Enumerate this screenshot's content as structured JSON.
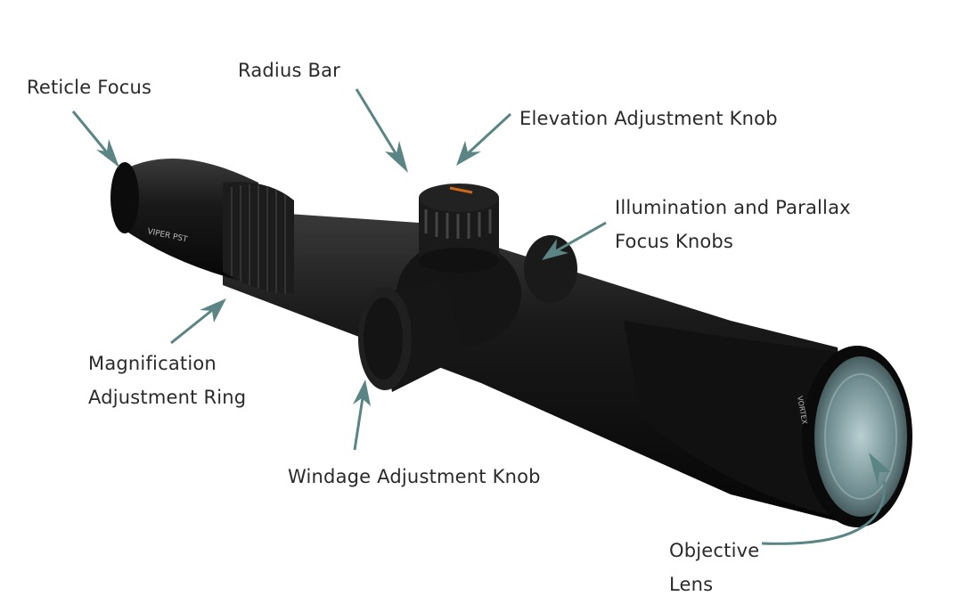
{
  "colors": {
    "arrow": "#5b8585",
    "text": "#2a2a2a",
    "scope": "#141414"
  },
  "labels": {
    "reticle_focus": "Reticle Focus",
    "radius_bar": "Radius Bar",
    "elevation_knob": "Elevation Adjustment Knob",
    "illumination_line1": "Illumination and Parallax",
    "illumination_line2": "Focus Knobs",
    "magnification_line1": "Magnification",
    "magnification_line2": "Adjustment Ring",
    "windage_knob": "Windage Adjustment Knob",
    "objective_line1": "Objective",
    "objective_line2": "Lens"
  },
  "scope_markings": {
    "model": "VIPER PST",
    "brand": "VORTEX"
  }
}
